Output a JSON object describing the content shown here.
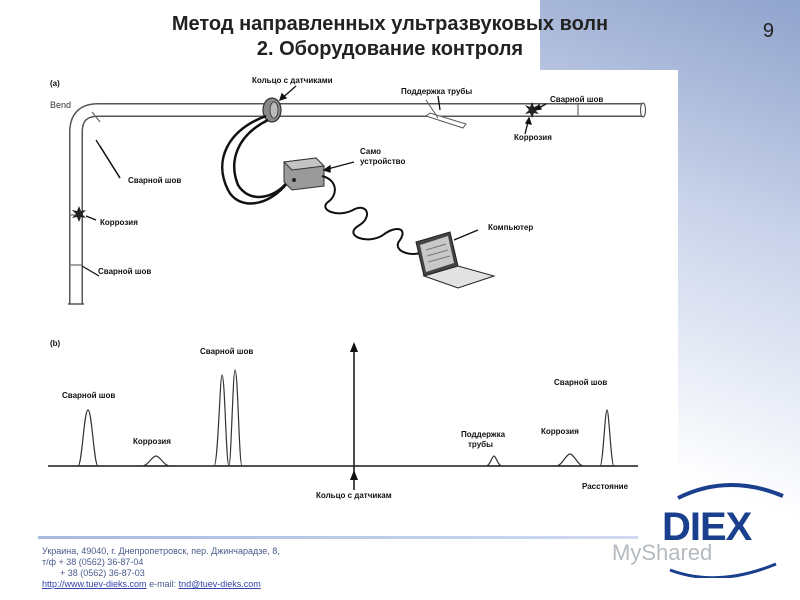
{
  "header": {
    "title_line1": "Метод направленных ультразвуковых волн",
    "title_line2": "2. Оборудование контроля",
    "page_number": "9"
  },
  "diagram_a": {
    "panel_label": "(a)",
    "bend": "Bend",
    "sensor_ring": "Кольцо с датчиками",
    "pipe_support": "Поддержка трубы",
    "weld_top": "Сварной шов",
    "corrosion_top": "Коррозия",
    "device_line1": "Само",
    "device_line2": "устройство",
    "computer": "Компьютер",
    "weld_left_upper": "Сварной шов",
    "corrosion_left": "Коррозия",
    "weld_left_lower": "Сварной шов"
  },
  "diagram_b": {
    "panel_label": "(b)",
    "weld_left": "Сварной шов",
    "corrosion_left": "Коррозия",
    "weld_mid": "Сварной шов",
    "support_line1": "Поддержка",
    "support_line2": "трубы",
    "corrosion_right": "Коррозия",
    "weld_right": "Сварной шов",
    "sensor_ring": "Кольцо с датчикам",
    "distance": "Расстояние"
  },
  "footer": {
    "address": "Украина, 49040, г. Днепропетровск, пер. Джинчарадзе, 8,",
    "phone1": "т/ф + 38 (0562) 36-87-04",
    "phone2": "+ 38 (0562) 36-87-03",
    "website": "http://www.tuev-dieks.com",
    "email_label": "e-mail:",
    "email": "tnd@tuev-dieks.com"
  },
  "logo": {
    "text": "DIEX",
    "watermark": "MyShared"
  },
  "colors": {
    "title": "#222222",
    "footer_text": "#4a5a8a",
    "logo_blue": "#1a3f8c"
  }
}
